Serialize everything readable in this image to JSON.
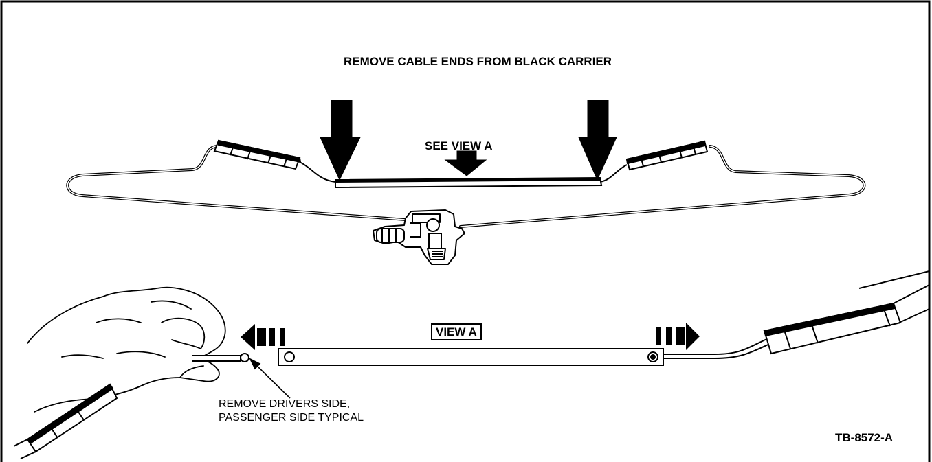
{
  "title": "REMOVE CABLE ENDS FROM BLACK CARRIER",
  "see_view": "SEE VIEW A",
  "view_label": "VIEW A",
  "note": {
    "line1": "REMOVE DRIVERS SIDE,",
    "line2": "PASSENGER SIDE TYPICAL"
  },
  "figure_code": "TB-8572-A",
  "colors": {
    "ink": "#000000",
    "paper": "#ffffff"
  }
}
